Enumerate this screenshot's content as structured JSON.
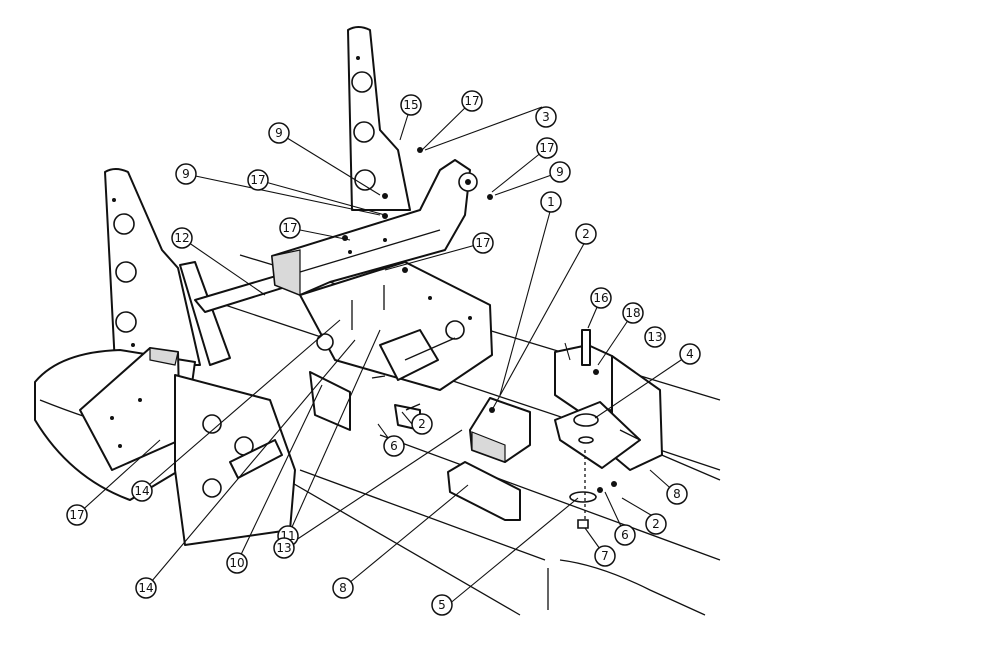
{
  "callouts": [
    {
      "id": "c1",
      "label": "1"
    },
    {
      "id": "c2a",
      "label": "2"
    },
    {
      "id": "c2b",
      "label": "2"
    },
    {
      "id": "c2c",
      "label": "2"
    },
    {
      "id": "c3",
      "label": "3"
    },
    {
      "id": "c4",
      "label": "4"
    },
    {
      "id": "c5",
      "label": "5"
    },
    {
      "id": "c6a",
      "label": "6"
    },
    {
      "id": "c6b",
      "label": "6"
    },
    {
      "id": "c7",
      "label": "7"
    },
    {
      "id": "c8a",
      "label": "8"
    },
    {
      "id": "c8b",
      "label": "8"
    },
    {
      "id": "c9a",
      "label": "9"
    },
    {
      "id": "c9b",
      "label": "9"
    },
    {
      "id": "c9c",
      "label": "9"
    },
    {
      "id": "c10",
      "label": "10"
    },
    {
      "id": "c11",
      "label": "11"
    },
    {
      "id": "c12",
      "label": "12"
    },
    {
      "id": "c13a",
      "label": "13"
    },
    {
      "id": "c13b",
      "label": "13"
    },
    {
      "id": "c14a",
      "label": "14"
    },
    {
      "id": "c14b",
      "label": "14"
    },
    {
      "id": "c15",
      "label": "15"
    },
    {
      "id": "c16",
      "label": "16"
    },
    {
      "id": "c17a",
      "label": "17"
    },
    {
      "id": "c17b",
      "label": "17"
    },
    {
      "id": "c17c",
      "label": "17"
    },
    {
      "id": "c17d",
      "label": "17"
    },
    {
      "id": "c17e",
      "label": "17"
    },
    {
      "id": "c17f",
      "label": "17"
    },
    {
      "id": "c18",
      "label": "18"
    }
  ]
}
